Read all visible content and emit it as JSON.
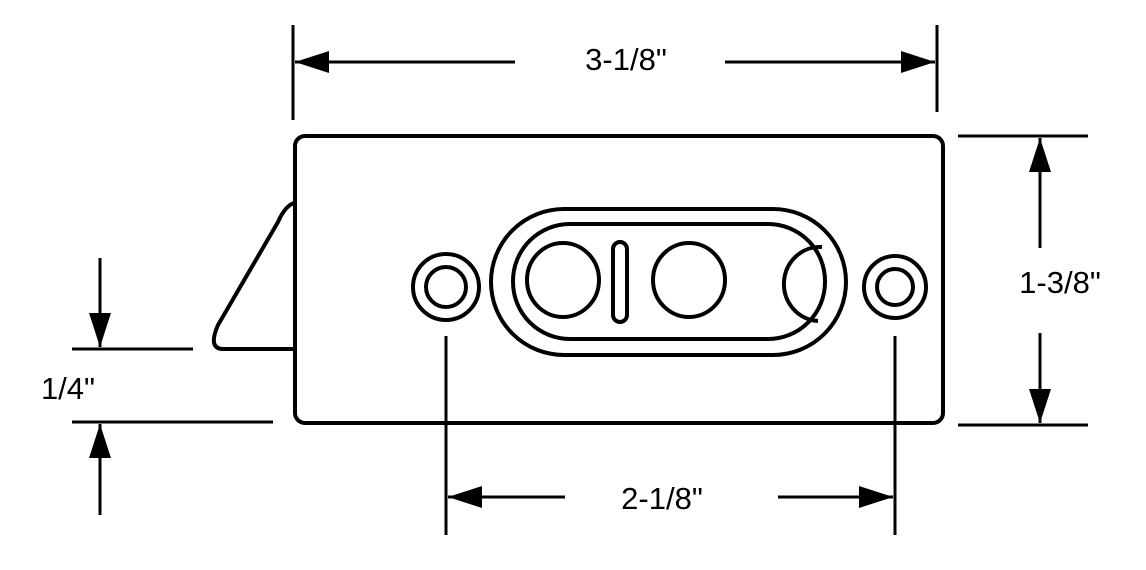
{
  "dimensions": {
    "overall_width": "3-1/8\"",
    "height": "1-3/8\"",
    "hole_spacing": "2-1/8\"",
    "latch_offset": "1/4\""
  },
  "colors": {
    "line": "#000000",
    "background": "#ffffff"
  }
}
